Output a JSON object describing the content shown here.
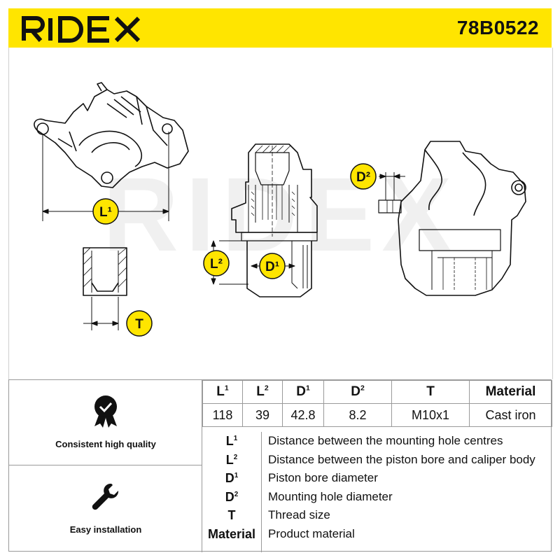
{
  "header": {
    "brand": "RIDEX",
    "part_number": "78B0522",
    "accent_color": "#FFE500"
  },
  "diagram": {
    "watermark": "RIDEX",
    "callouts": {
      "L1": "L¹",
      "L2": "L²",
      "D1": "D¹",
      "D2": "D²",
      "T": "T"
    }
  },
  "features": [
    {
      "icon": "check-badge-icon",
      "label": "Consistent high quality"
    },
    {
      "icon": "wrench-icon",
      "label": "Easy installation"
    }
  ],
  "spec_table": {
    "columns": [
      {
        "key": "L",
        "sup": "1"
      },
      {
        "key": "L",
        "sup": "2"
      },
      {
        "key": "D",
        "sup": "1"
      },
      {
        "key": "D",
        "sup": "2"
      },
      {
        "key": "T",
        "sup": ""
      },
      {
        "key": "Material",
        "sup": ""
      }
    ],
    "values": [
      "118",
      "39",
      "42.8",
      "8.2",
      "M10x1",
      "Cast iron"
    ]
  },
  "legend": [
    {
      "key": "L",
      "sup": "1",
      "desc": "Distance between the mounting hole centres"
    },
    {
      "key": "L",
      "sup": "2",
      "desc": "Distance between the piston bore and caliper body"
    },
    {
      "key": "D",
      "sup": "1",
      "desc": "Piston bore diameter"
    },
    {
      "key": "D",
      "sup": "2",
      "desc": "Mounting hole diameter"
    },
    {
      "key": "T",
      "sup": "",
      "desc": "Thread size"
    },
    {
      "key": "Material",
      "sup": "",
      "desc": "Product material"
    }
  ]
}
